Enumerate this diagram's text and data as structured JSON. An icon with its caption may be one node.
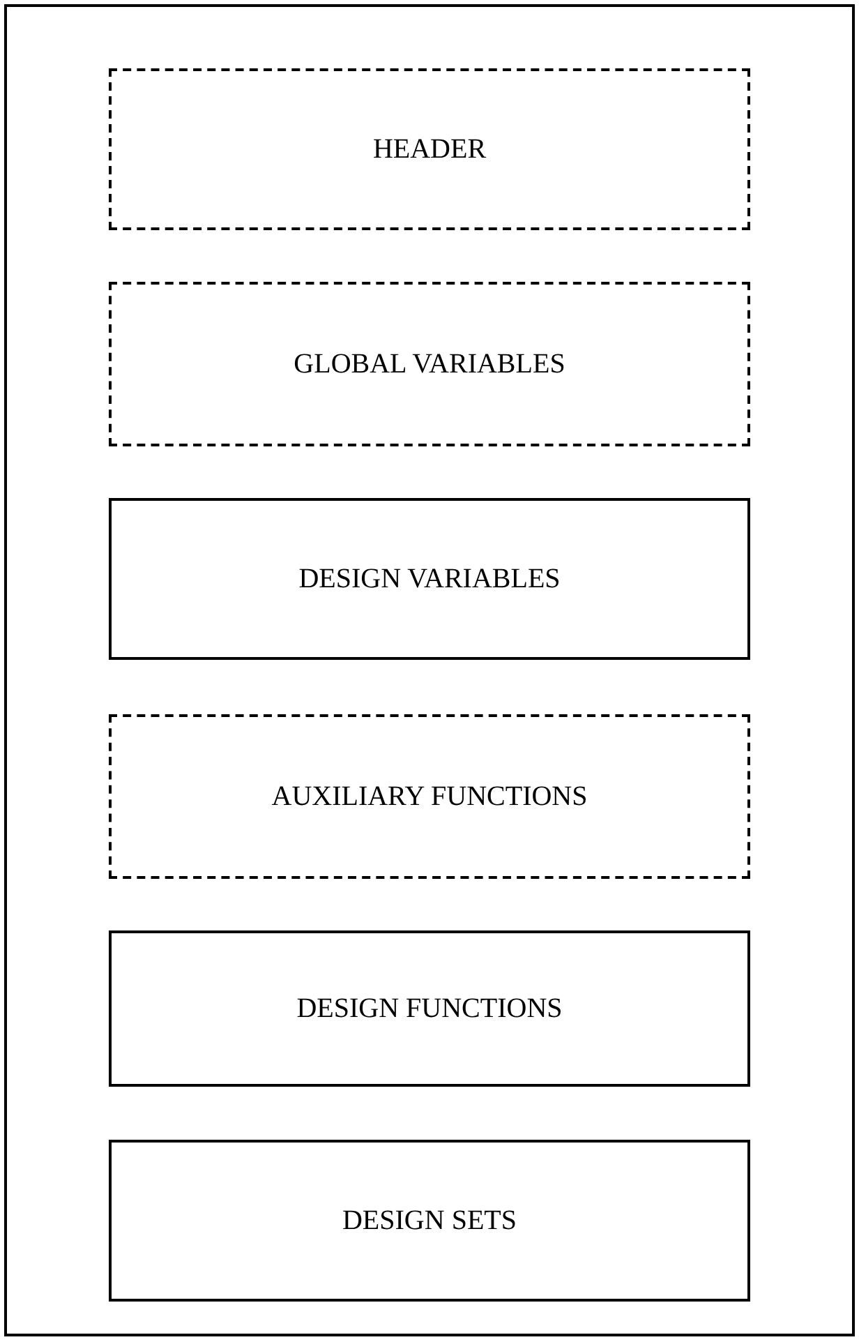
{
  "diagram": {
    "nodes": [
      {
        "text": [],
        "shape": "box"
      },
      {
        "text": [
          "HEADER"
        ],
        "in": 0
      },
      {
        "text": [
          "GLOBAL VARIABLES"
        ],
        "in": 0
      },
      {
        "text": [
          "DESIGN VARIABLES"
        ],
        "in": 0
      },
      {
        "text": [
          "AUXILIARY FUNCTIONS"
        ],
        "in": 0
      },
      {
        "text": [
          "DESIGN FUNCTIONS"
        ],
        "in": 0
      },
      {
        "text": [
          "DESIGN SETS"
        ],
        "in": 0
      }
    ]
  }
}
